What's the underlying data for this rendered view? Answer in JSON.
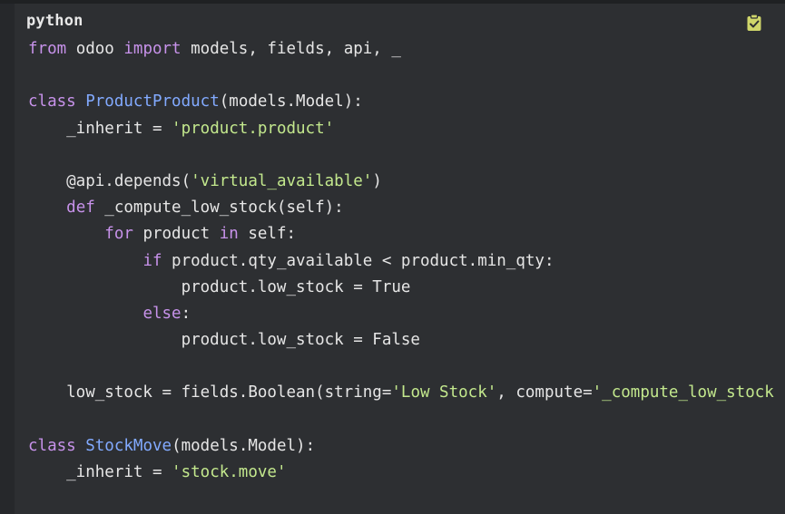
{
  "code_block": {
    "language": "python",
    "copy_icon": "clipboard-check-icon",
    "colors": {
      "background": "#2d2f32",
      "keyword": "#c792ea",
      "class_name": "#82aaff",
      "string": "#c3e88d",
      "text": "#e6e6e6",
      "copy_icon": "#cfd66a"
    },
    "lines": [
      [
        {
          "t": "kw",
          "v": "from"
        },
        {
          "t": "plain",
          "v": " odoo "
        },
        {
          "t": "kw",
          "v": "import"
        },
        {
          "t": "plain",
          "v": " models, fields, api, _"
        }
      ],
      [],
      [
        {
          "t": "kw",
          "v": "class"
        },
        {
          "t": "plain",
          "v": " "
        },
        {
          "t": "cls",
          "v": "ProductProduct"
        },
        {
          "t": "plain",
          "v": "(models.Model):"
        }
      ],
      [
        {
          "t": "plain",
          "v": "    _inherit = "
        },
        {
          "t": "str",
          "v": "'product.product'"
        }
      ],
      [],
      [
        {
          "t": "plain",
          "v": "    @api.depends("
        },
        {
          "t": "str",
          "v": "'virtual_available'"
        },
        {
          "t": "plain",
          "v": ")"
        }
      ],
      [
        {
          "t": "plain",
          "v": "    "
        },
        {
          "t": "kw",
          "v": "def"
        },
        {
          "t": "plain",
          "v": " _compute_low_stock(self):"
        }
      ],
      [
        {
          "t": "plain",
          "v": "        "
        },
        {
          "t": "kw",
          "v": "for"
        },
        {
          "t": "plain",
          "v": " product "
        },
        {
          "t": "kw",
          "v": "in"
        },
        {
          "t": "plain",
          "v": " self:"
        }
      ],
      [
        {
          "t": "plain",
          "v": "            "
        },
        {
          "t": "kw",
          "v": "if"
        },
        {
          "t": "plain",
          "v": " product.qty_available < product.min_qty:"
        }
      ],
      [
        {
          "t": "plain",
          "v": "                product.low_stock = True"
        }
      ],
      [
        {
          "t": "plain",
          "v": "            "
        },
        {
          "t": "kw",
          "v": "else"
        },
        {
          "t": "plain",
          "v": ":"
        }
      ],
      [
        {
          "t": "plain",
          "v": "                product.low_stock = False"
        }
      ],
      [],
      [
        {
          "t": "plain",
          "v": "    low_stock = fields.Boolean(string="
        },
        {
          "t": "str",
          "v": "'Low Stock'"
        },
        {
          "t": "plain",
          "v": ", compute="
        },
        {
          "t": "str",
          "v": "'_compute_low_stock"
        }
      ],
      [],
      [
        {
          "t": "kw",
          "v": "class"
        },
        {
          "t": "plain",
          "v": " "
        },
        {
          "t": "cls",
          "v": "StockMove"
        },
        {
          "t": "plain",
          "v": "(models.Model):"
        }
      ],
      [
        {
          "t": "plain",
          "v": "    _inherit = "
        },
        {
          "t": "str",
          "v": "'stock.move'"
        }
      ]
    ]
  }
}
